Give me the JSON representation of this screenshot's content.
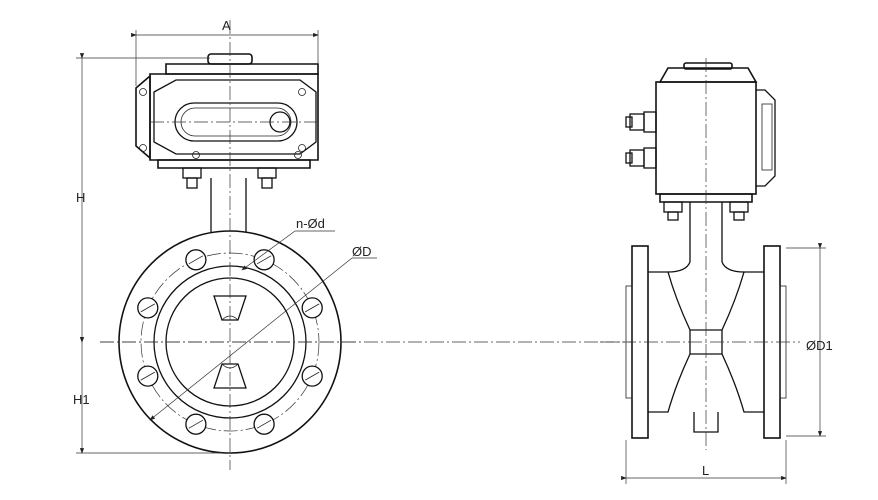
{
  "dimension_labels": {
    "A": "A",
    "H": "H",
    "H1": "H1",
    "n_bolt_holes": "n-Ød",
    "D": "ØD",
    "D1": "ØD1",
    "L": "L"
  },
  "views": [
    "front-view",
    "side-view"
  ]
}
